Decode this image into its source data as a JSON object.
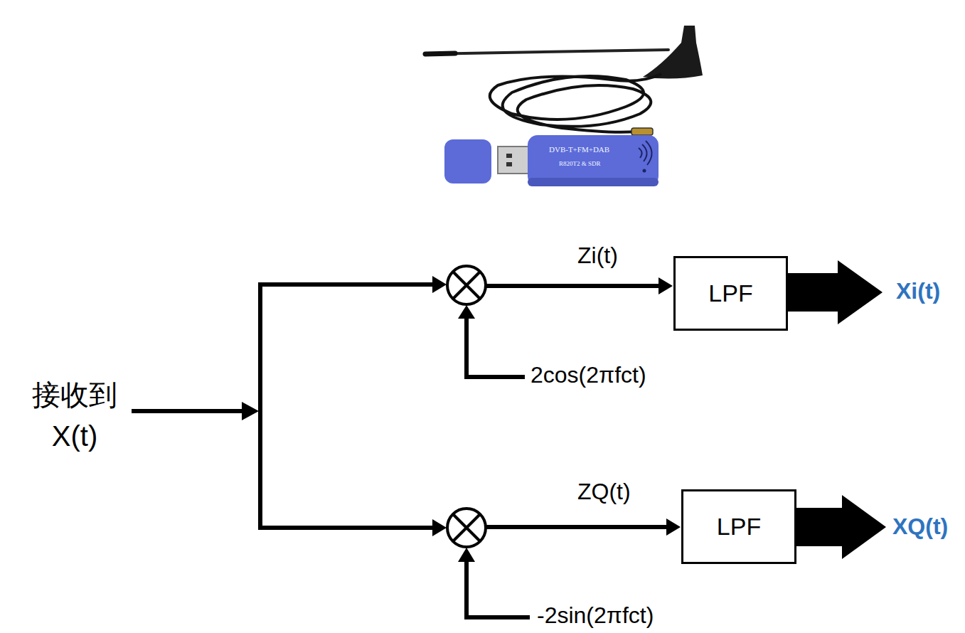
{
  "diagram": {
    "nodes": [
      {
        "text": [
          "LPF"
        ]
      },
      {
        "text": [
          "LPF"
        ]
      }
    ],
    "labels": [
      "DVB-T+FM+DAB",
      "R820T2 & SDR",
      "接收到 X(t)",
      "Zi(t)",
      "2cos(2πfct)",
      "Xi(t)",
      "ZQ(t)",
      "XQ(t)",
      "-2sin(2πfct)"
    ]
  }
}
